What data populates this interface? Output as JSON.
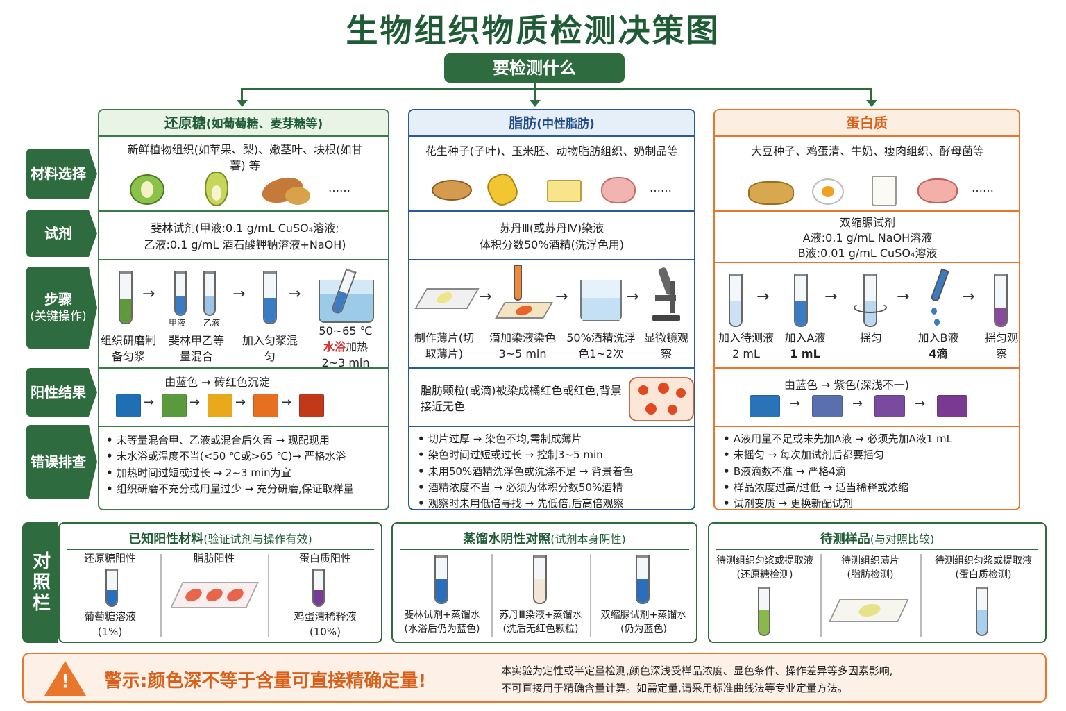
{
  "title": "生物组织物质检测决策图",
  "question": "要检测什么",
  "rows": {
    "material": "材料选择",
    "reagent": "试剂",
    "steps": "步骤",
    "steps_sub": "(关键操作)",
    "result": "阳性结果",
    "error": "错误排查",
    "control": "对照栏"
  },
  "sugar": {
    "head": "还原糖",
    "head_sub": "(如葡萄糖、麦芽糖等)",
    "material": "新鲜植物组织(如苹果、梨)、嫩茎叶、块根(如甘薯) 等",
    "ellipsis": "……",
    "reagent1": "斐林试剂(甲液:0.1 g/mL CuSO₄溶液;",
    "reagent2": "乙液:0.1 g/mL 酒石酸钾钠溶液+NaOH)",
    "step1": "组织研磨制备匀浆",
    "step2a": "甲液",
    "step2b": "乙液",
    "step2": "斐林甲乙等量混合",
    "step3": "加入匀浆混匀",
    "step4a": "50~65 ℃",
    "step4b": "水浴",
    "step4c": "加热",
    "step4d": "2~3 min",
    "result": "由蓝色 → 砖红色沉淀",
    "colors": [
      "#1f6fb5",
      "#5a9a3c",
      "#e9a91a",
      "#e6701f",
      "#c2391a"
    ],
    "errors": [
      "未等量混合甲、乙液或混合后久置 → 现配现用",
      "未水浴或温度不当(<50 ℃或>65 ℃)→ 严格水浴",
      "加热时间过短或过长 → 2~3 min为宜",
      "组织研磨不充分或用量过少 → 充分研磨,保证取样量"
    ]
  },
  "fat": {
    "head": "脂肪",
    "head_sub": "(中性脂肪)",
    "material": "花生种子(子叶)、玉米胚、动物脂肪组织、奶制品等",
    "ellipsis": "……",
    "reagent1": "苏丹Ⅲ(或苏丹Ⅳ)染液",
    "reagent2": "体积分数50%酒精(洗浮色用)",
    "step1": "制作薄片(切取薄片)",
    "step2": "滴加染液染色3~5 min",
    "step3": "50%酒精洗浮色1~2次",
    "step4": "显微镜观察",
    "result": "脂肪颗粒(或滴)被染成橘红色或红色,背景接近无色",
    "errors": [
      "切片过厚 → 染色不均,需制成薄片",
      "染色时间过短或过长 → 控制3~5 min",
      "未用50%酒精洗浮色或洗涤不足 → 背景着色",
      "酒精浓度不当 → 必须为体积分数50%酒精",
      "观察时未用低倍寻找 → 先低倍,后高倍观察"
    ]
  },
  "protein": {
    "head": "蛋白质",
    "material": "大豆种子、鸡蛋清、牛奶、瘦肉组织、酵母菌等",
    "ellipsis": "……",
    "reagent1": "双缩脲试剂",
    "reagent2": "A液:0.1 g/mL NaOH溶液",
    "reagent3": "B液:0.01 g/mL CuSO₄溶液",
    "step1": "加入待测液2 mL",
    "step2": "加入A液",
    "step2b": "1 mL",
    "step3": "摇匀",
    "step4": "加入B液",
    "step4b": "4滴",
    "step5": "摇匀观察",
    "result": "由蓝色 → 紫色(深浅不一)",
    "colors": [
      "#2a73b8",
      "#5a6fae",
      "#7a4a9e",
      "#7b3a92"
    ],
    "errors": [
      "A液用量不足或未先加A液 → 必须先加A液1 mL",
      "未摇匀 → 每次加试剂后都要摇匀",
      "B液滴数不准 → 严格4滴",
      "样品浓度过高/过低 → 适当稀释或浓缩",
      "试剂变质 → 更换新配试剂"
    ]
  },
  "ctl1": {
    "head": "已知阳性材料",
    "head_sub": "(验证试剂与操作有效)",
    "c1": "还原糖阳性",
    "c1b": "葡萄糖溶液",
    "c1c": "(1%)",
    "c2": "脂肪阳性",
    "c3": "蛋白质阳性",
    "c3b": "鸡蛋清稀释液",
    "c3c": "(10%)"
  },
  "ctl2": {
    "head": "蒸馏水阴性对照",
    "head_sub": "(试剂本身阴性)",
    "c1": "斐林试剂+蒸馏水",
    "c1b": "(水浴后仍为蓝色)",
    "c2": "苏丹Ⅲ染液+蒸馏水",
    "c2b": "(洗后无红色颗粒)",
    "c3": "双缩脲试剂+蒸馏水",
    "c3b": "(仍为蓝色)"
  },
  "ctl3": {
    "head": "待测样品",
    "head_sub": "(与对照比较)",
    "c1": "待测组织匀浆或提取液",
    "c1b": "(还原糖检测)",
    "c2": "待测组织薄片",
    "c2b": "(脂肪检测)",
    "c3": "待测组织匀浆或提取液",
    "c3b": "(蛋白质检测)"
  },
  "warning": {
    "title": "警示:颜色深不等于含量可直接精确定量!",
    "line1": "本实验为定性或半定量检测,颜色深浅受样品浓度、显色条件、操作差异等多因素影响,",
    "line2": "不可直接用于精确含量计算。如需定量,请采用标准曲线法等专业定量方法。"
  }
}
